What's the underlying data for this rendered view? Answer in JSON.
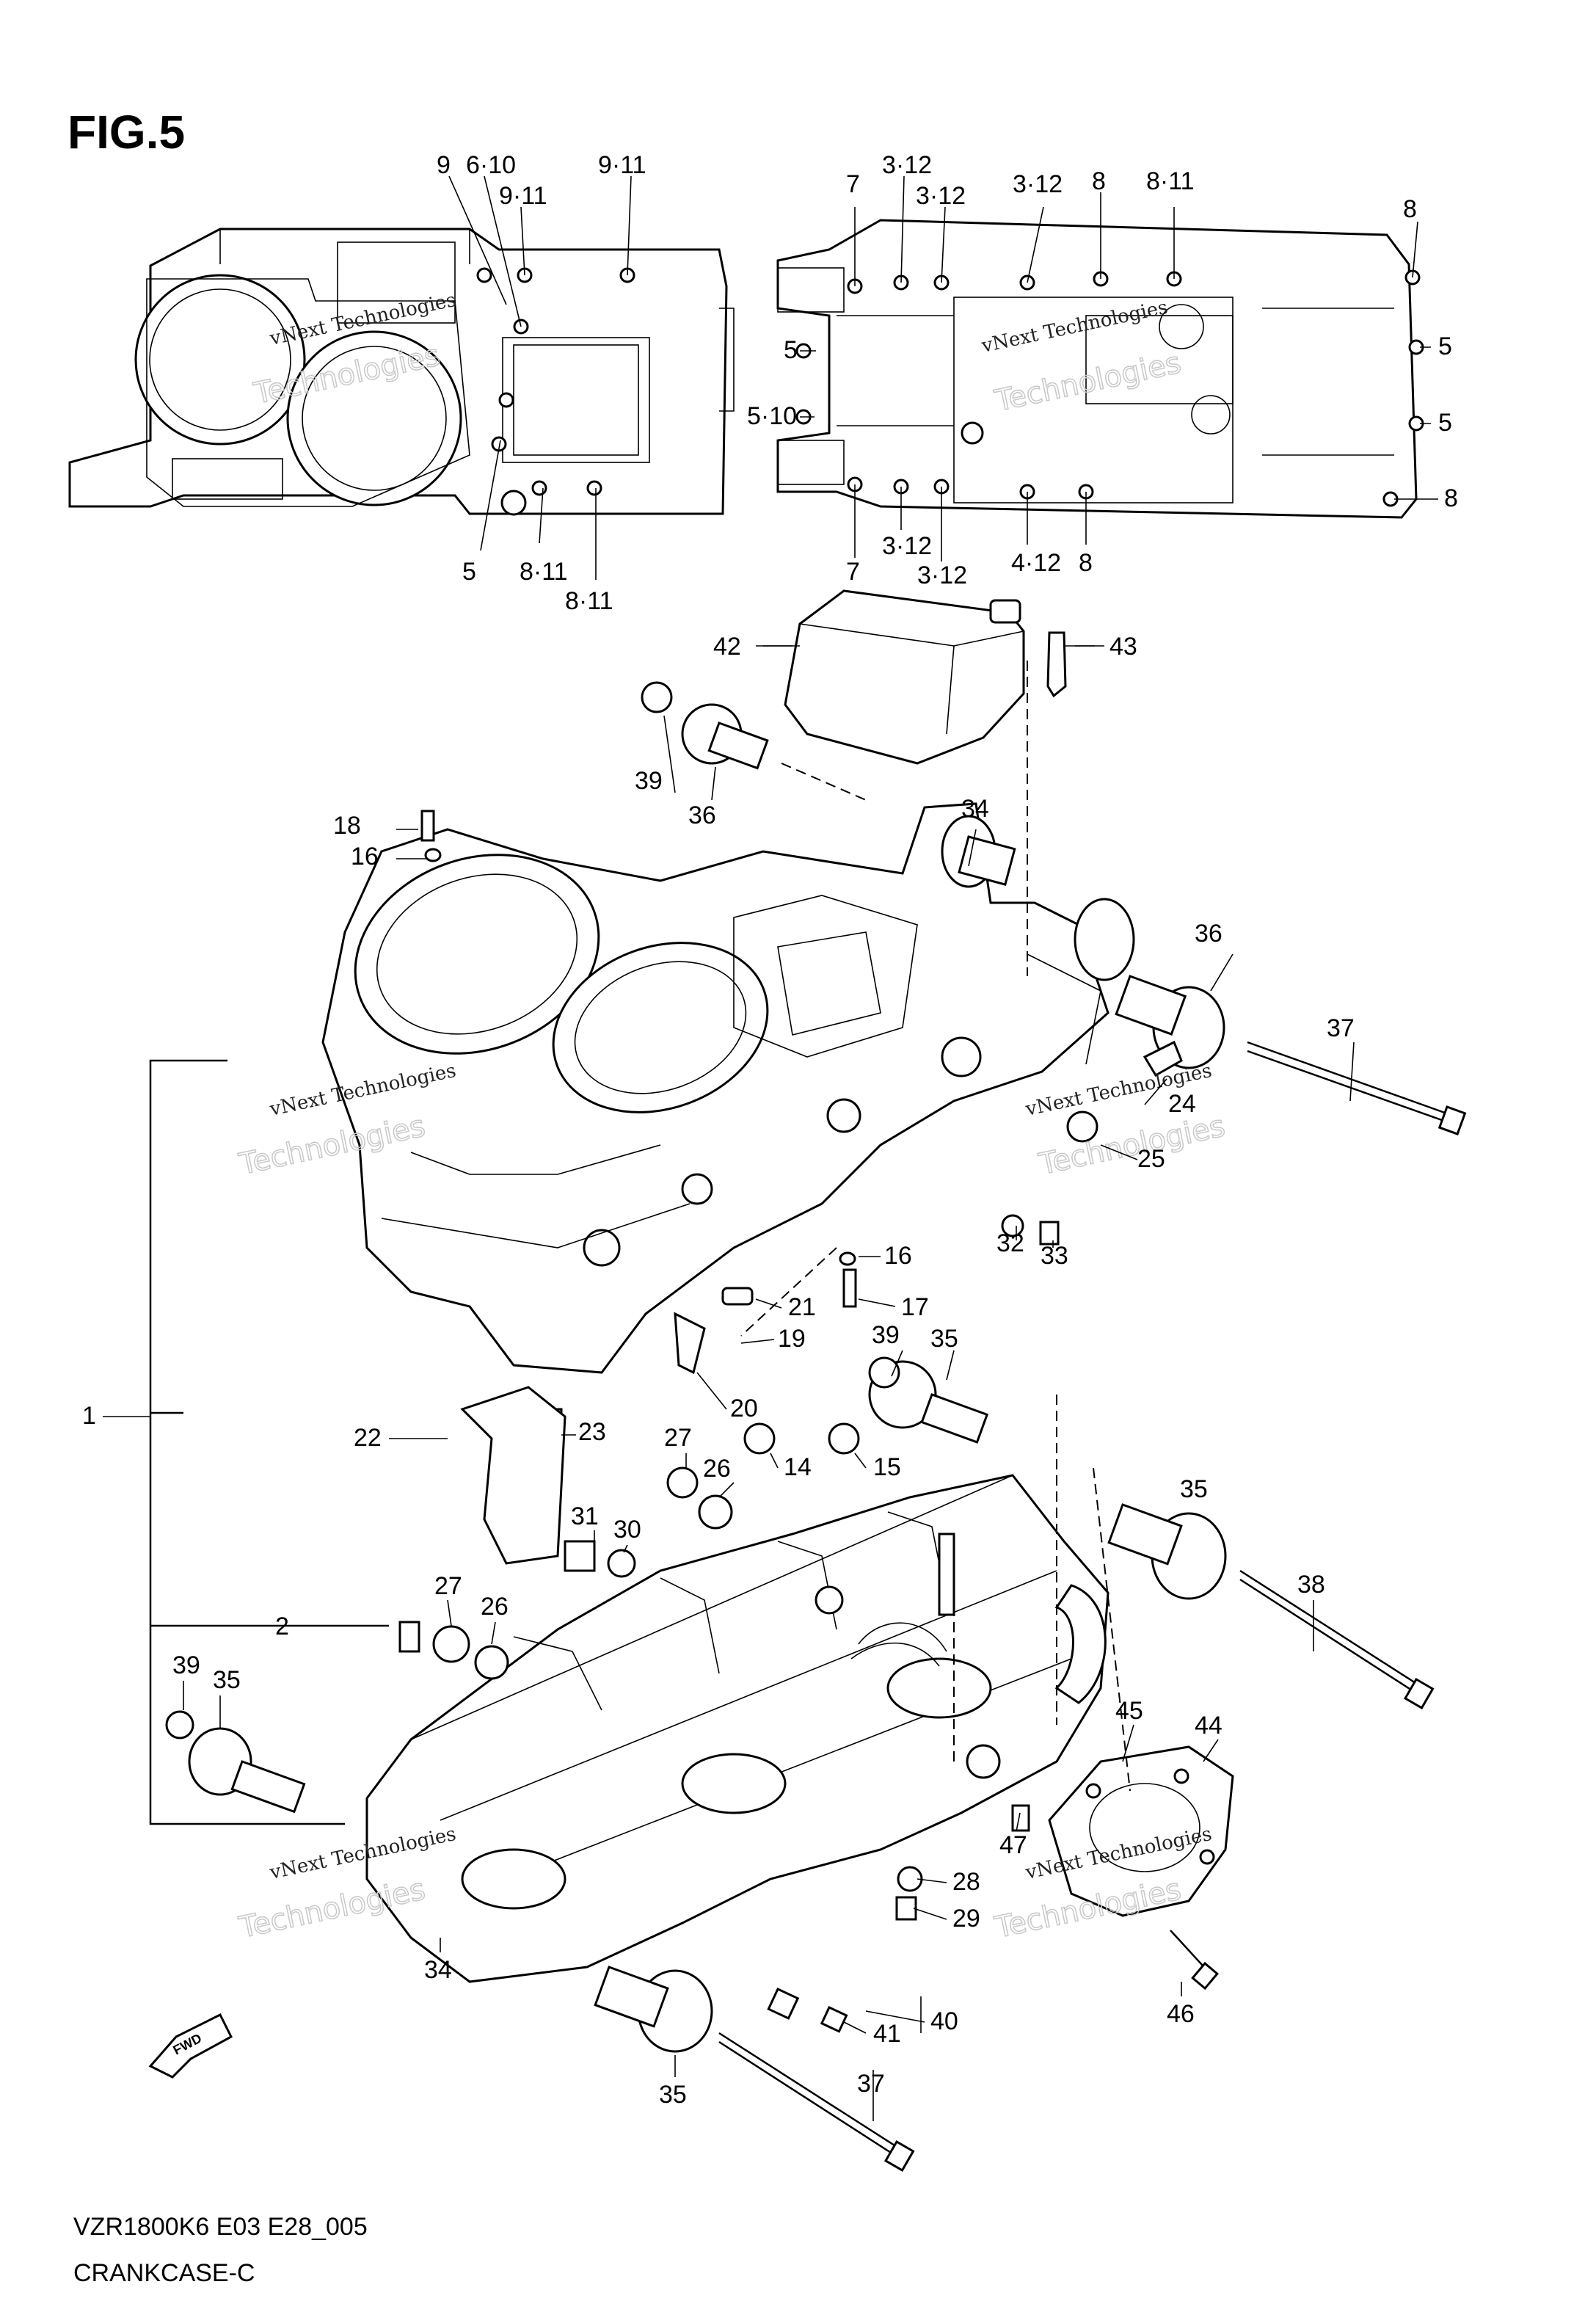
{
  "figure": {
    "title": "FIG.5",
    "model_code": "VZR1800K6 E03 E28_005",
    "section_name": "CRANKCASE-C",
    "fwd_label": "FWD"
  },
  "watermark": {
    "line1": "vNext Technologies",
    "line2": "Technologies"
  },
  "callouts": [
    {
      "id": "c1",
      "text": "9"
    },
    {
      "id": "c2",
      "text": "6·10"
    },
    {
      "id": "c3",
      "text": "9·11"
    },
    {
      "id": "c4",
      "text": "9·11"
    },
    {
      "id": "c5",
      "text": "5"
    },
    {
      "id": "c6",
      "text": "8·11"
    },
    {
      "id": "c7",
      "text": "8·11"
    },
    {
      "id": "c8",
      "text": "7"
    },
    {
      "id": "c9",
      "text": "3·12"
    },
    {
      "id": "c10",
      "text": "3·12"
    },
    {
      "id": "c11",
      "text": "3·12"
    },
    {
      "id": "c12",
      "text": "8"
    },
    {
      "id": "c13",
      "text": "8·11"
    },
    {
      "id": "c14",
      "text": "8"
    },
    {
      "id": "c15",
      "text": "5"
    },
    {
      "id": "c16",
      "text": "5"
    },
    {
      "id": "c17",
      "text": "5·10"
    },
    {
      "id": "c18",
      "text": "5"
    },
    {
      "id": "c19",
      "text": "8"
    },
    {
      "id": "c20",
      "text": "7"
    },
    {
      "id": "c21",
      "text": "3·12"
    },
    {
      "id": "c22",
      "text": "3·12"
    },
    {
      "id": "c23",
      "text": "4·12"
    },
    {
      "id": "c24",
      "text": "8"
    },
    {
      "id": "c25",
      "text": "42"
    },
    {
      "id": "c26",
      "text": "43"
    },
    {
      "id": "c27",
      "text": "39"
    },
    {
      "id": "c28",
      "text": "36"
    },
    {
      "id": "c29",
      "text": "34"
    },
    {
      "id": "c30",
      "text": "18"
    },
    {
      "id": "c31",
      "text": "16"
    },
    {
      "id": "c32",
      "text": "36"
    },
    {
      "id": "c33",
      "text": "37"
    },
    {
      "id": "c34",
      "text": "24"
    },
    {
      "id": "c35",
      "text": "25"
    },
    {
      "id": "c36",
      "text": "32"
    },
    {
      "id": "c37",
      "text": "33"
    },
    {
      "id": "c38",
      "text": "16"
    },
    {
      "id": "c39",
      "text": "17"
    },
    {
      "id": "c40",
      "text": "21"
    },
    {
      "id": "c41",
      "text": "19"
    },
    {
      "id": "c42",
      "text": "20"
    },
    {
      "id": "c43",
      "text": "39"
    },
    {
      "id": "c44",
      "text": "35"
    },
    {
      "id": "c45",
      "text": "1"
    },
    {
      "id": "c46",
      "text": "22"
    },
    {
      "id": "c47",
      "text": "23"
    },
    {
      "id": "c48",
      "text": "27"
    },
    {
      "id": "c49",
      "text": "26"
    },
    {
      "id": "c50",
      "text": "14"
    },
    {
      "id": "c51",
      "text": "15"
    },
    {
      "id": "c52",
      "text": "35"
    },
    {
      "id": "c53",
      "text": "31"
    },
    {
      "id": "c54",
      "text": "30"
    },
    {
      "id": "c55",
      "text": "38"
    },
    {
      "id": "c56",
      "text": "27"
    },
    {
      "id": "c57",
      "text": "26"
    },
    {
      "id": "c58",
      "text": "2"
    },
    {
      "id": "c59",
      "text": "39"
    },
    {
      "id": "c60",
      "text": "35"
    },
    {
      "id": "c61",
      "text": "45"
    },
    {
      "id": "c62",
      "text": "44"
    },
    {
      "id": "c63",
      "text": "47"
    },
    {
      "id": "c64",
      "text": "28"
    },
    {
      "id": "c65",
      "text": "29"
    },
    {
      "id": "c66",
      "text": "34"
    },
    {
      "id": "c67",
      "text": "46"
    },
    {
      "id": "c68",
      "text": "40"
    },
    {
      "id": "c69",
      "text": "41"
    },
    {
      "id": "c70",
      "text": "35"
    },
    {
      "id": "c71",
      "text": "37"
    }
  ]
}
